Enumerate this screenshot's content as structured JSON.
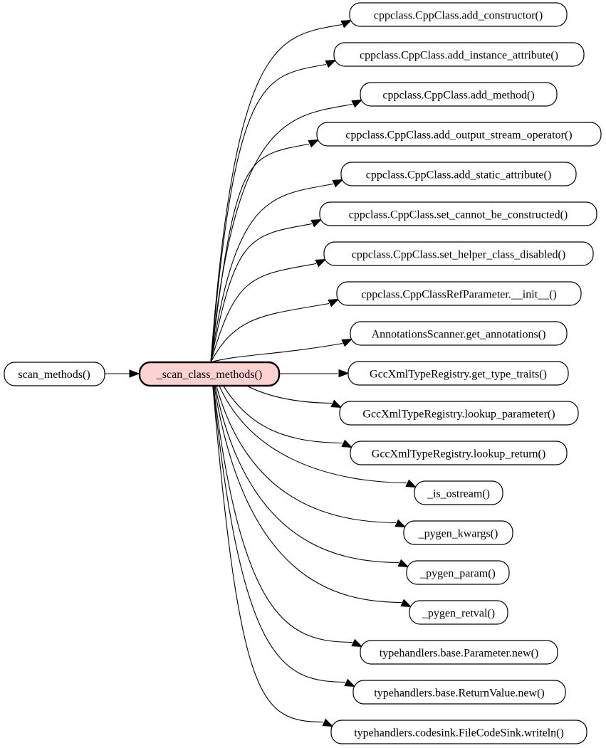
{
  "graph": {
    "caller": {
      "label": "scan_methods()"
    },
    "focus": {
      "label": "_scan_class_methods()"
    },
    "callees": [
      {
        "label": "cppclass.CppClass.add_constructor()"
      },
      {
        "label": "cppclass.CppClass.add_instance_attribute()"
      },
      {
        "label": "cppclass.CppClass.add_method()"
      },
      {
        "label": "cppclass.CppClass.add_output_stream_operator()"
      },
      {
        "label": "cppclass.CppClass.add_static_attribute()"
      },
      {
        "label": "cppclass.CppClass.set_cannot_be_constructed()"
      },
      {
        "label": "cppclass.CppClass.set_helper_class_disabled()"
      },
      {
        "label": "cppclass.CppClassRefParameter.__init__()"
      },
      {
        "label": "AnnotationsScanner.get_annotations()"
      },
      {
        "label": "GccXmlTypeRegistry.get_type_traits()"
      },
      {
        "label": "GccXmlTypeRegistry.lookup_parameter()"
      },
      {
        "label": "GccXmlTypeRegistry.lookup_return()"
      },
      {
        "label": "_is_ostream()"
      },
      {
        "label": "_pygen_kwargs()"
      },
      {
        "label": "_pygen_param()"
      },
      {
        "label": "_pygen_retval()"
      },
      {
        "label": "typehandlers.base.Parameter.new()"
      },
      {
        "label": "typehandlers.base.ReturnValue.new()"
      },
      {
        "label": "typehandlers.codesink.FileCodeSink.writeln()"
      }
    ]
  }
}
